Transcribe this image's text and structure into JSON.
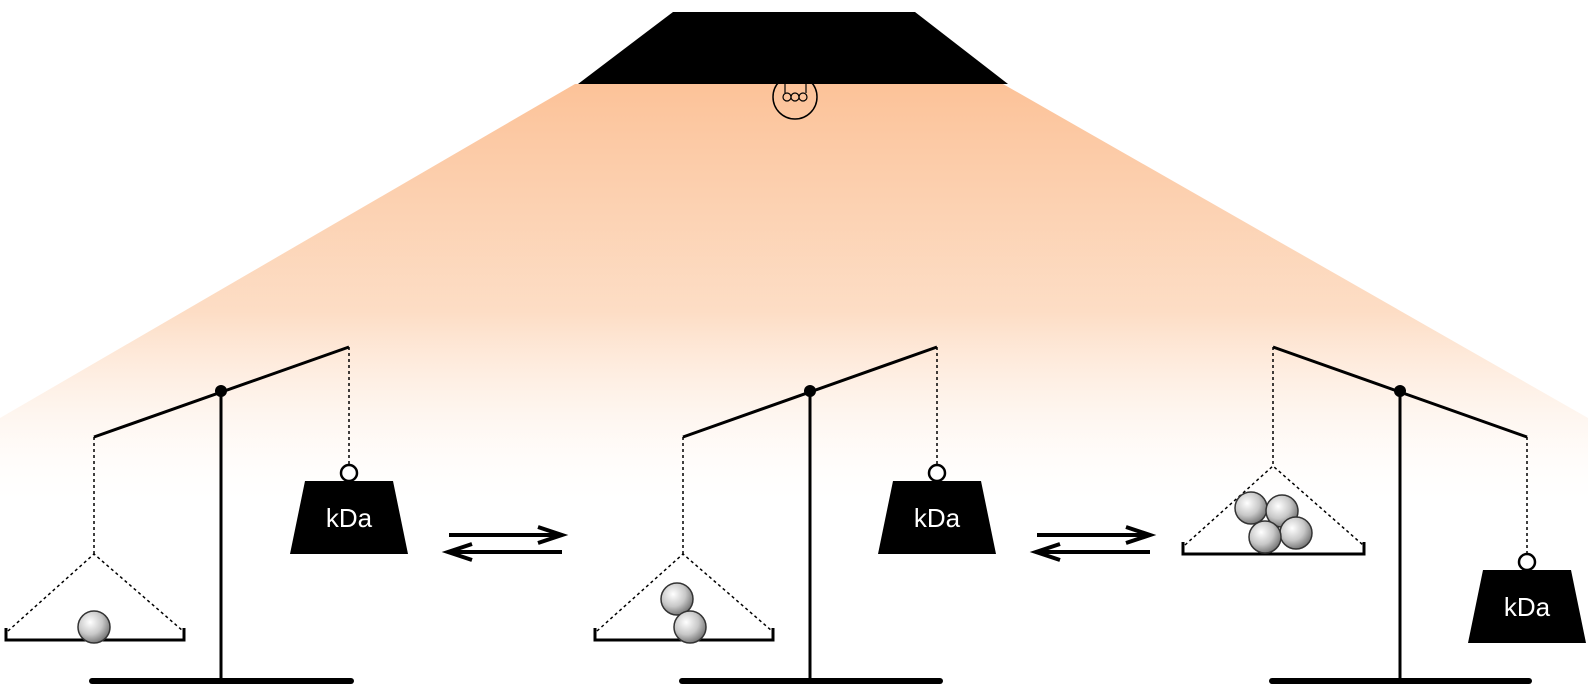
{
  "lamp": {
    "icon": "lamp-icon",
    "bulb_icon": "lightbulb-icon",
    "light_color": "#fcbf93"
  },
  "weight_label": "kDa",
  "balances": [
    {
      "id": "balance-1",
      "spheres_in_pan": 1,
      "tilt": "weight-side-up"
    },
    {
      "id": "balance-2",
      "spheres_in_pan": 2,
      "tilt": "weight-side-up"
    },
    {
      "id": "balance-3",
      "spheres_in_pan": 4,
      "tilt": "weight-side-down"
    }
  ],
  "equilibria": [
    {
      "between": [
        "balance-1",
        "balance-2"
      ],
      "icon": "equilibrium-arrows-icon"
    },
    {
      "between": [
        "balance-2",
        "balance-3"
      ],
      "icon": "equilibrium-arrows-icon"
    }
  ]
}
